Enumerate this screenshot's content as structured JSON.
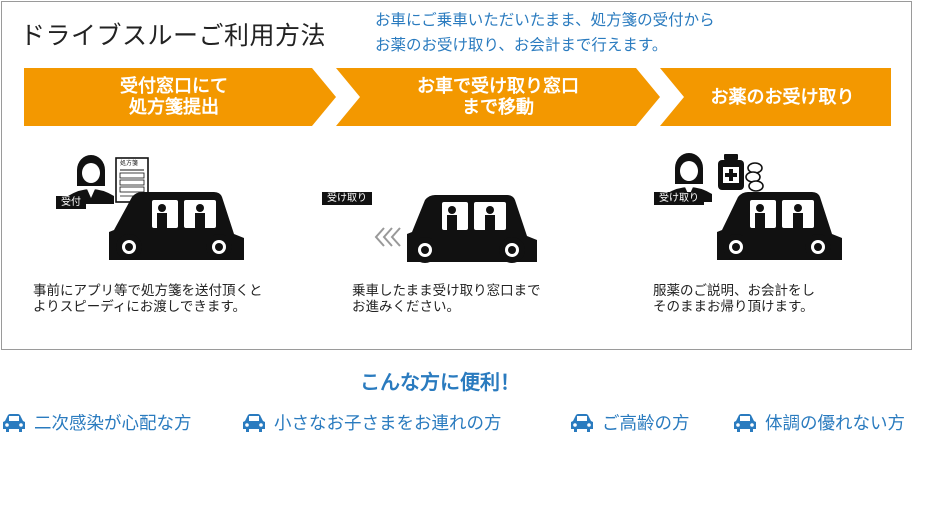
{
  "header": {
    "title": "ドライブスルーご利用方法",
    "intro_line1": "お車にご乗車いただいたまま、処方箋の受付から",
    "intro_line2": "お薬のお受け取り、お会計まで行えます。"
  },
  "colors": {
    "accent": "#f39800",
    "blue": "#2a7bbf",
    "ink": "#111111"
  },
  "steps": [
    {
      "line1": "受付窓口にて",
      "line2": "処方箋提出"
    },
    {
      "line1": "お車で受け取り窓口",
      "line2": "まで移動"
    },
    {
      "line1": "お薬のお受け取り",
      "line2": ""
    }
  ],
  "scenes": [
    {
      "tag": "受付",
      "doc_label": "処方箋",
      "desc_line1": "事前にアプリ等で処方箋を送付頂くと",
      "desc_line2": "よりスピーディにお渡しできます。",
      "icons": [
        "staff-icon",
        "prescription-icon",
        "car-icon"
      ]
    },
    {
      "tag": "受け取り",
      "motion": "«",
      "desc_line1": "乗車したまま受け取り窓口まで",
      "desc_line2": "お進みください。",
      "icons": [
        "motion-arrows-icon",
        "car-icon"
      ]
    },
    {
      "tag": "受け取り",
      "desc_line1": "服薬のご説明、お会計をし",
      "desc_line2": "そのままお帰り頂けます。",
      "icons": [
        "staff-icon",
        "medicine-bottle-icon",
        "pills-icon",
        "car-icon"
      ]
    }
  ],
  "convenient_heading": "こんな方に便利！",
  "benefits": [
    {
      "icon": "car-front-icon",
      "label": "二次感染が心配な方"
    },
    {
      "icon": "car-front-icon",
      "label": "小さなお子さまをお連れの方"
    },
    {
      "icon": "car-front-icon",
      "label": "ご高齢の方"
    },
    {
      "icon": "car-front-icon",
      "label": "体調の優れない方"
    }
  ]
}
